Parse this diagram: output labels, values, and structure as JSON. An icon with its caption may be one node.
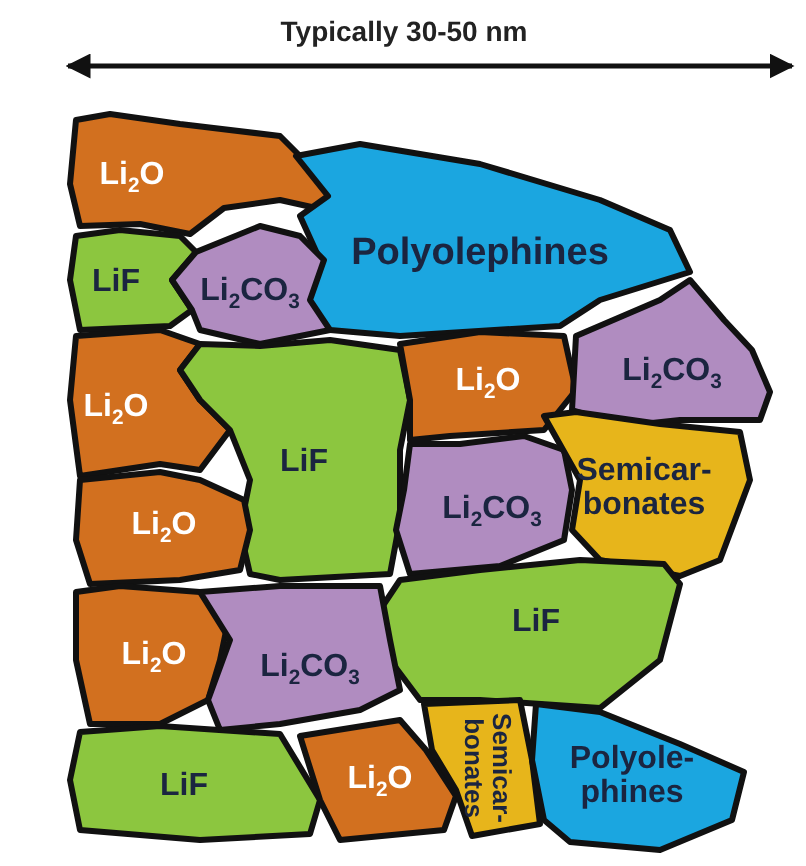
{
  "diagram": {
    "nodes": [
      {
        "text": [
          "Li$_{2}$O"
        ]
      },
      {
        "text": [
          "Polyolephines"
        ]
      },
      {
        "text": [
          "LiF"
        ]
      },
      {
        "text": [
          "Li$_{2}$CO$_{3}$"
        ]
      },
      {
        "text": [
          "Li$_{2}$O"
        ]
      },
      {
        "text": [
          "LiF"
        ]
      },
      {
        "text": [
          "Li$_{2}$O"
        ]
      },
      {
        "text": [
          "Li$_{2}$CO$_{3}$"
        ]
      },
      {
        "text": [
          "Li$_{2}$O"
        ]
      },
      {
        "text": [
          "Li$_{2}$CO$_{3}$"
        ]
      },
      {
        "text": [
          "Semicar- bonates"
        ]
      },
      {
        "text": [
          "LiF"
        ]
      },
      {
        "text": [
          "Li$_{2}$O"
        ]
      },
      {
        "text": [
          "Li$_{2}$CO$_{3}$"
        ]
      },
      {
        "text": [
          "LiF"
        ]
      },
      {
        "text": [
          "Li$_{2}$O"
        ]
      },
      {
        "text": [
          "Semicar- bonates"
        ]
      },
      {
        "text": [
          "Polyole- phines"
        ]
      }
    ],
    "labels": [
      "Typically 30-50 nm"
    ]
  }
}
